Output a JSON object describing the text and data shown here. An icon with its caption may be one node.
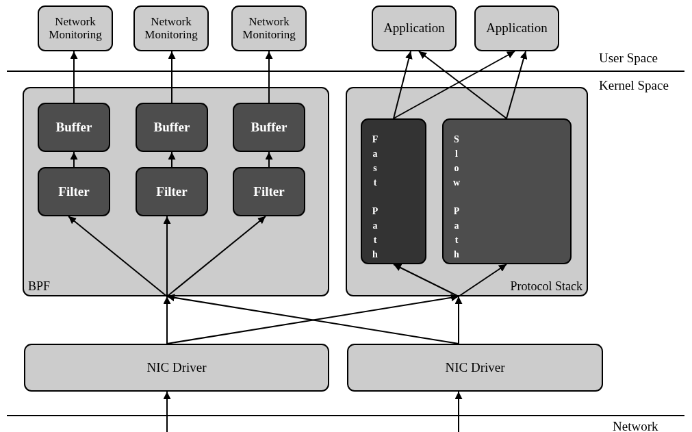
{
  "diagram": {
    "nodes": [
      {
        "text": [
          "Network Monitoring"
        ]
      },
      {
        "text": [
          "Network Monitoring"
        ]
      },
      {
        "text": [
          "Network Monitoring"
        ]
      },
      {
        "text": [
          "Application"
        ]
      },
      {
        "text": [
          "Application"
        ]
      },
      {
        "text": [
          "BPF"
        ]
      },
      {
        "text": [
          "Buffer"
        ],
        "in": 5
      },
      {
        "text": [
          "Buffer"
        ],
        "in": 5
      },
      {
        "text": [
          "Buffer"
        ],
        "in": 5
      },
      {
        "text": [
          "Filter"
        ],
        "in": 5
      },
      {
        "text": [
          "Filter"
        ],
        "in": 5
      },
      {
        "text": [
          "Filter"
        ],
        "in": 5
      },
      {
        "text": [
          "Protocol Stack"
        ]
      },
      {
        "text": [
          "Fast Path"
        ],
        "in": 12
      },
      {
        "text": [
          "Slow Path"
        ],
        "in": 12
      },
      {
        "text": [
          "NIC Driver"
        ]
      },
      {
        "text": [
          "NIC Driver"
        ]
      }
    ],
    "edges": [
      {
        "from": 15,
        "to": 9,
        "arrow": "to"
      },
      {
        "from": 15,
        "to": 10,
        "arrow": "to"
      },
      {
        "from": 15,
        "to": 11,
        "arrow": "to"
      },
      {
        "from": 15,
        "to": 13,
        "arrow": "to"
      },
      {
        "from": 15,
        "to": 14,
        "arrow": "to"
      },
      {
        "from": 16,
        "to": 9,
        "arrow": "to"
      },
      {
        "from": 16,
        "to": 10,
        "arrow": "to"
      },
      {
        "from": 16,
        "to": 11,
        "arrow": "to"
      },
      {
        "from": 16,
        "to": 13,
        "arrow": "to"
      },
      {
        "from": 16,
        "to": 14,
        "arrow": "to"
      },
      {
        "from": 9,
        "to": 6,
        "arrow": "to"
      },
      {
        "from": 10,
        "to": 7,
        "arrow": "to"
      },
      {
        "from": 11,
        "to": 8,
        "arrow": "to"
      },
      {
        "from": 6,
        "to": 0,
        "arrow": "to"
      },
      {
        "from": 7,
        "to": 1,
        "arrow": "to"
      },
      {
        "from": 8,
        "to": 2,
        "arrow": "to"
      },
      {
        "from": 13,
        "to": 3,
        "arrow": "to"
      },
      {
        "from": 13,
        "to": 4,
        "arrow": "to"
      },
      {
        "from": 14,
        "to": 3,
        "arrow": "to"
      },
      {
        "from": 14,
        "to": 4,
        "arrow": "to"
      },
      {
        "from": null,
        "to": 15,
        "arrow": "to"
      },
      {
        "from": null,
        "to": 16,
        "arrow": "to"
      }
    ],
    "labels": [
      "User Space",
      "Kernel Space",
      "Network"
    ]
  }
}
